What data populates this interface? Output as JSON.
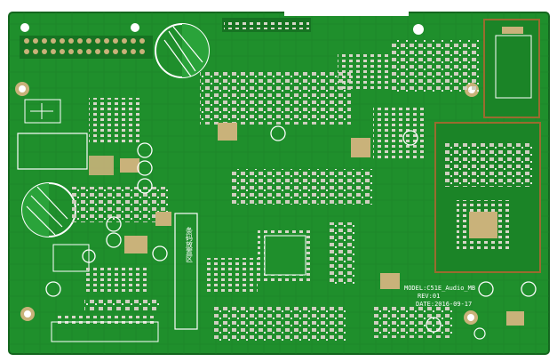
{
  "board": {
    "model_line": "MODEL:C51E_Audio_MB",
    "revision_line": "REV:01",
    "date_line": "DATE:2016-09-17",
    "zone_label": "条码放置区",
    "colors": {
      "background": "#ffffff",
      "soldermask": "#1f8f2c",
      "soldermask_dark": "#167322",
      "copper_pour": "#2aa33a",
      "pad_gold": "#c9b27a",
      "pad_silver": "#d7d7c8",
      "silkscreen": "#ffffff",
      "shield_outline": "#9a6b2f"
    }
  }
}
